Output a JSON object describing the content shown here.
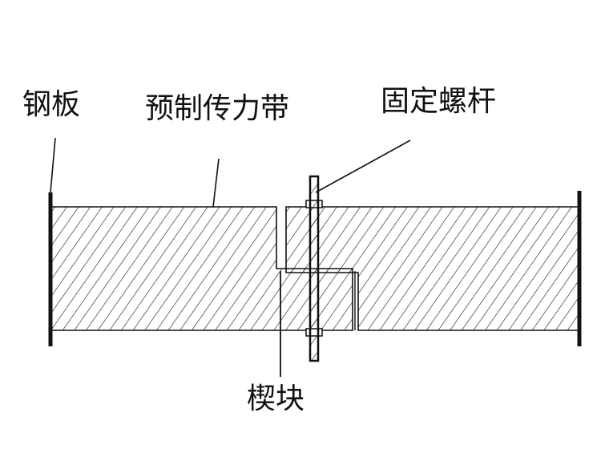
{
  "labels": {
    "steel_plate": "钢板",
    "precast_strip": "预制传力带",
    "fixing_bolt": "固定螺杆",
    "wedge": "楔块"
  },
  "colors": {
    "line": "#111111",
    "hatch": "#222222",
    "background": "#ffffff"
  }
}
